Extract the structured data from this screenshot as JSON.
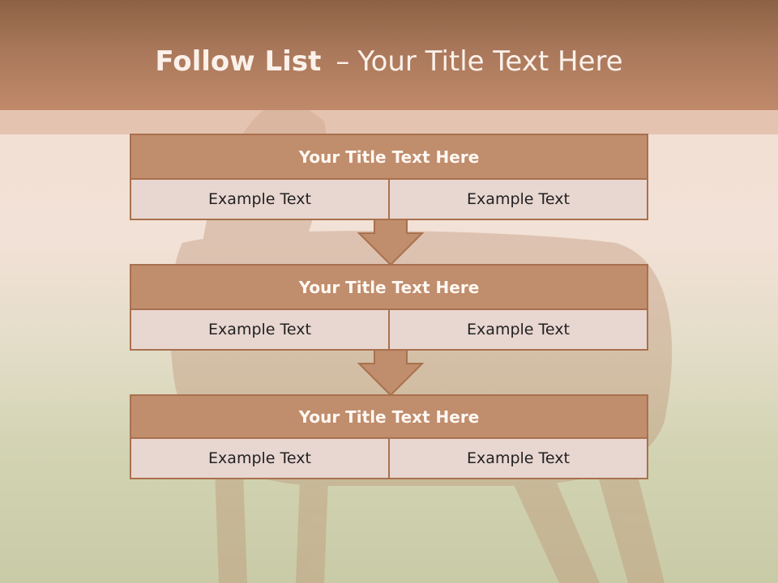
{
  "header": {
    "title_bold": "Follow List",
    "title_dash": "–",
    "title_rest": "Your Title Text Here"
  },
  "steps": [
    {
      "title": "Your Title Text Here",
      "left": "Example Text",
      "right": "Example Text"
    },
    {
      "title": "Your Title Text Here",
      "left": "Example Text",
      "right": "Example Text"
    },
    {
      "title": "Your Title Text Here",
      "left": "Example Text",
      "right": "Example Text"
    }
  ],
  "colors": {
    "header": "#a9775a",
    "box_fill": "#c08d6d",
    "box_border": "#a8714e",
    "cell_fill": "#e8d6d0"
  }
}
